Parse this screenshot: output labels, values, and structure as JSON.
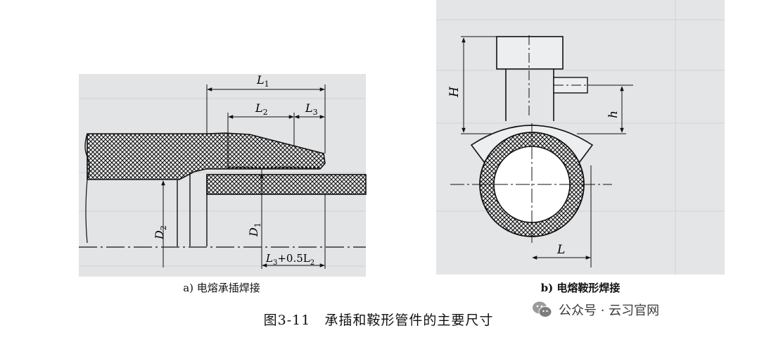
{
  "figure": {
    "title": "图3-11　承插和鞍形管件的主要尺寸",
    "panel_a": {
      "caption": "a) 电熔承插焊接",
      "labels": {
        "L1": "L",
        "L1_sub": "1",
        "L2": "L",
        "L2_sub": "2",
        "L3": "L",
        "L3_sub": "3",
        "D2": "D",
        "D2_sub": "2",
        "D1": "D",
        "D1_sub": "1",
        "L3_05L2_a": "L",
        "L3_05L2_a_sub": "3",
        "L3_05L2_b": "+0.5L",
        "L3_05L2_b_sub": "2"
      }
    },
    "panel_b": {
      "caption": "b) 电熔鞍形焊接",
      "labels": {
        "H": "H",
        "h": "h",
        "L": "L"
      }
    }
  },
  "watermark": {
    "text": "公众号 · 云习官网"
  },
  "colors": {
    "line": "#111111",
    "paper": "#e4e6e8",
    "watermark": "#3a3a3a"
  }
}
